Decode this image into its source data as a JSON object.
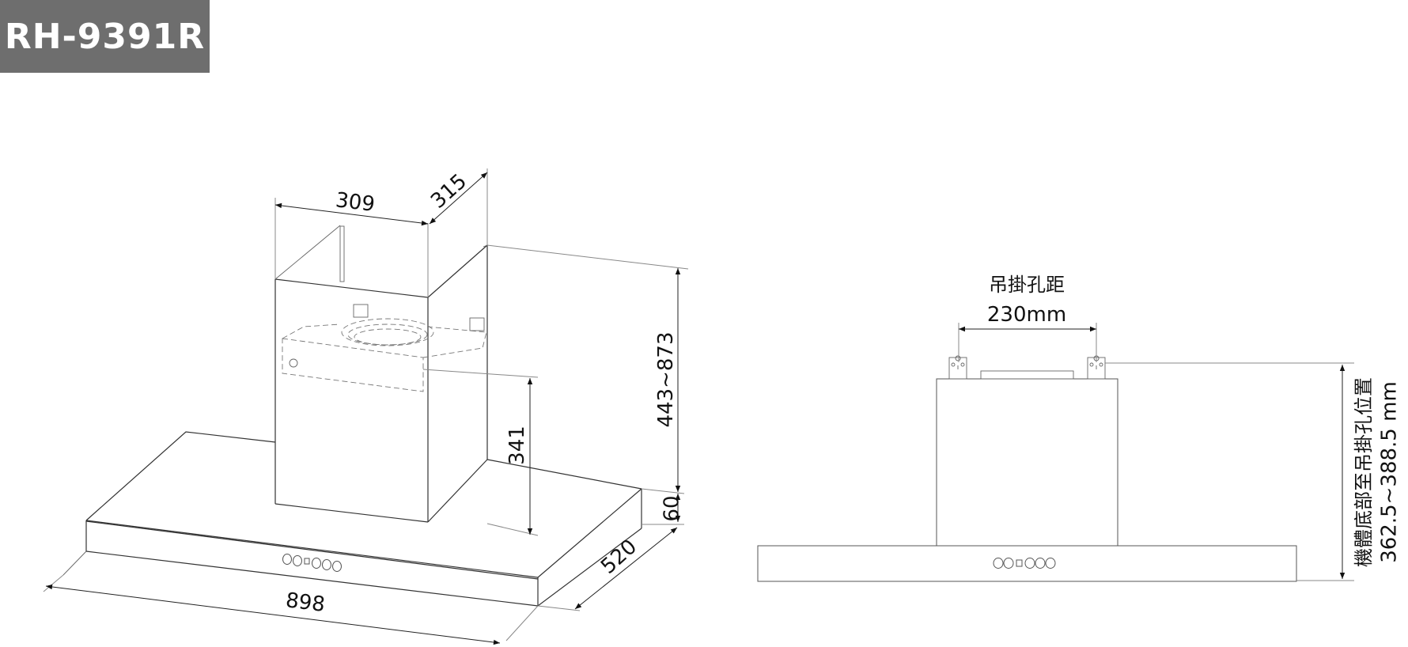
{
  "model": "RH-9391R",
  "iso_view": {
    "dimensions": {
      "chimney_width": "309",
      "chimney_depth": "315",
      "chimney_height_range": "443~873",
      "duct_bracket_height": "341",
      "body_thickness": "60",
      "body_depth": "520",
      "body_width": "898"
    },
    "control_buttons": [
      "circle",
      "circle",
      "square",
      "circle",
      "circle",
      "circle"
    ]
  },
  "front_view": {
    "hanging_hole_label": "吊掛孔距",
    "hanging_hole_distance": "230mm",
    "height_label": "機體底部至吊掛孔位置",
    "height_range": "362.5~388.5 mm",
    "control_buttons": [
      "circle",
      "circle",
      "square",
      "circle",
      "circle",
      "circle"
    ]
  }
}
